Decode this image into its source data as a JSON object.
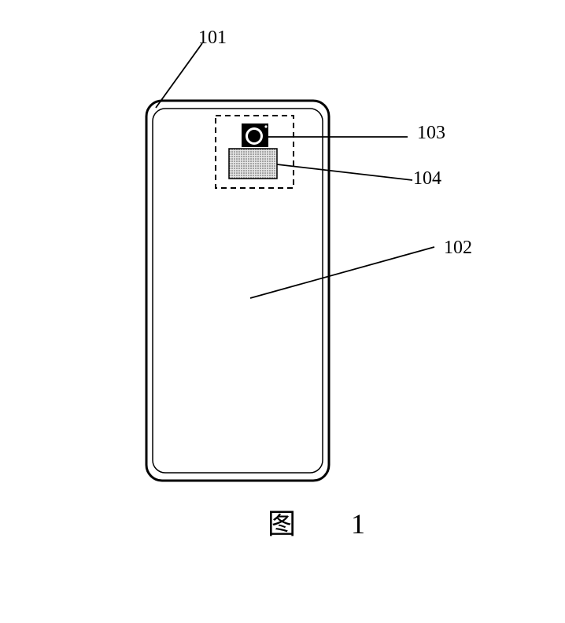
{
  "labels": {
    "housing": "101",
    "back_panel": "102",
    "camera": "103",
    "module": "104"
  },
  "caption": {
    "char": "图",
    "number": "1"
  },
  "colors": {
    "stroke": "#000000",
    "module_fill": "#c8c8c8",
    "background": "#ffffff"
  }
}
